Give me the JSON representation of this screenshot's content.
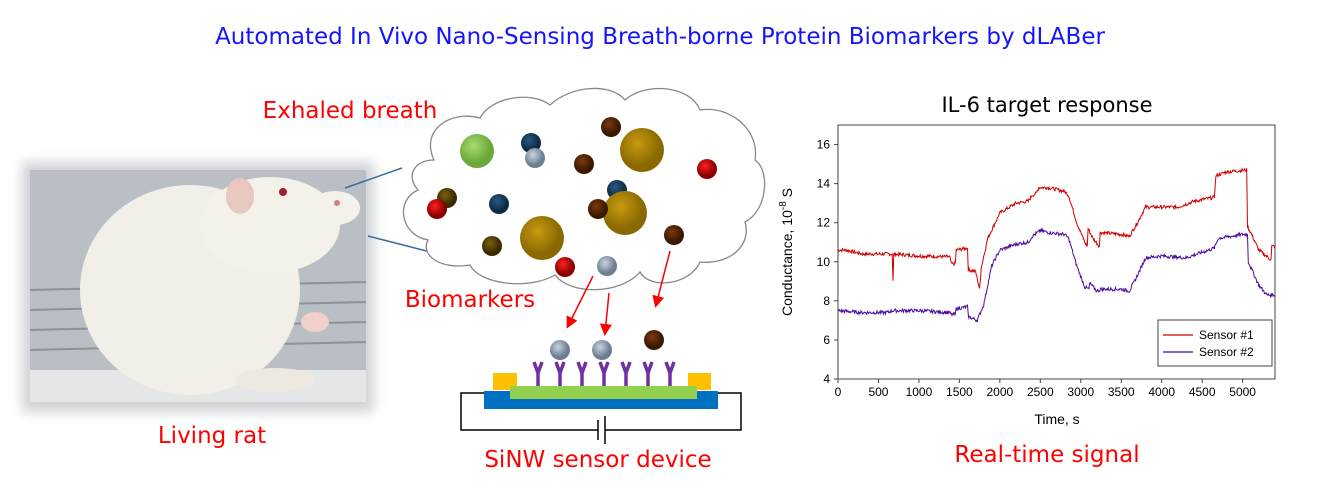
{
  "title": "Automated In Vivo Nano-Sensing Breath-borne Protein Biomarkers by dLABer",
  "labels": {
    "exhaled_breath": "Exhaled breath",
    "biomarkers": "Biomarkers",
    "living_rat": "Living rat",
    "device": "SiNW sensor device",
    "real_time": "Real-time signal"
  },
  "colors": {
    "title": "#1414ff",
    "label": "#ff0000",
    "sensor1": "#cc0000",
    "sensor2": "#4b0aa0"
  },
  "chart_data": {
    "type": "line",
    "title": "IL-6 target response",
    "xlabel": "Time, s",
    "ylabel": "Conductance, 10",
    "ylabel_exp": "-8",
    "ylabel_unit": " S",
    "xlim": [
      0,
      5400
    ],
    "ylim": [
      4,
      17
    ],
    "xticks": [
      0,
      500,
      1000,
      1500,
      2000,
      2500,
      3000,
      3500,
      4000,
      4500,
      5000
    ],
    "yticks": [
      4,
      6,
      8,
      10,
      12,
      14,
      16
    ],
    "legend_position": "bottom-right",
    "series": [
      {
        "name": "Sensor #1",
        "points": [
          [
            0,
            10.6
          ],
          [
            100,
            10.6
          ],
          [
            300,
            10.4
          ],
          [
            600,
            10.4
          ],
          [
            670,
            10.4
          ],
          [
            680,
            9.0
          ],
          [
            690,
            10.4
          ],
          [
            1000,
            10.3
          ],
          [
            1380,
            10.25
          ],
          [
            1400,
            9.9
          ],
          [
            1450,
            9.9
          ],
          [
            1460,
            10.6
          ],
          [
            1600,
            10.7
          ],
          [
            1610,
            9.6
          ],
          [
            1700,
            9.5
          ],
          [
            1750,
            8.6
          ],
          [
            1770,
            9.7
          ],
          [
            1850,
            11.2
          ],
          [
            2000,
            12.5
          ],
          [
            2200,
            13.0
          ],
          [
            2350,
            13.1
          ],
          [
            2400,
            13.4
          ],
          [
            2450,
            13.5
          ],
          [
            2480,
            13.8
          ],
          [
            2600,
            13.8
          ],
          [
            2800,
            13.6
          ],
          [
            2850,
            13.4
          ],
          [
            2950,
            12.0
          ],
          [
            3050,
            11.0
          ],
          [
            3080,
            10.8
          ],
          [
            3090,
            11.7
          ],
          [
            3150,
            11.2
          ],
          [
            3230,
            10.8
          ],
          [
            3240,
            11.5
          ],
          [
            3500,
            11.4
          ],
          [
            3600,
            11.3
          ],
          [
            3700,
            12.0
          ],
          [
            3800,
            12.8
          ],
          [
            4000,
            12.8
          ],
          [
            4200,
            12.8
          ],
          [
            4400,
            13.1
          ],
          [
            4650,
            13.3
          ],
          [
            4670,
            14.4
          ],
          [
            4800,
            14.6
          ],
          [
            5050,
            14.7
          ],
          [
            5060,
            11.8
          ],
          [
            5100,
            11.5
          ],
          [
            5200,
            10.6
          ],
          [
            5350,
            10.1
          ],
          [
            5360,
            10.8
          ],
          [
            5400,
            10.8
          ]
        ]
      },
      {
        "name": "Sensor #2",
        "points": [
          [
            0,
            7.5
          ],
          [
            300,
            7.4
          ],
          [
            600,
            7.4
          ],
          [
            680,
            7.5
          ],
          [
            1000,
            7.5
          ],
          [
            1380,
            7.4
          ],
          [
            1400,
            7.3
          ],
          [
            1450,
            7.3
          ],
          [
            1460,
            7.6
          ],
          [
            1600,
            7.7
          ],
          [
            1610,
            7.2
          ],
          [
            1720,
            7.0
          ],
          [
            1800,
            7.8
          ],
          [
            1900,
            9.8
          ],
          [
            2000,
            10.6
          ],
          [
            2200,
            10.9
          ],
          [
            2350,
            11.0
          ],
          [
            2400,
            11.3
          ],
          [
            2500,
            11.6
          ],
          [
            2600,
            11.5
          ],
          [
            2800,
            11.4
          ],
          [
            2850,
            11.2
          ],
          [
            2950,
            9.8
          ],
          [
            3050,
            8.7
          ],
          [
            3100,
            8.6
          ],
          [
            3110,
            8.9
          ],
          [
            3200,
            8.5
          ],
          [
            3250,
            8.6
          ],
          [
            3500,
            8.6
          ],
          [
            3600,
            8.5
          ],
          [
            3700,
            9.3
          ],
          [
            3800,
            10.2
          ],
          [
            4000,
            10.3
          ],
          [
            4300,
            10.2
          ],
          [
            4650,
            10.7
          ],
          [
            4700,
            11.2
          ],
          [
            5000,
            11.4
          ],
          [
            5060,
            11.4
          ],
          [
            5070,
            10.0
          ],
          [
            5200,
            8.8
          ],
          [
            5300,
            8.3
          ],
          [
            5400,
            8.3
          ]
        ]
      }
    ]
  }
}
